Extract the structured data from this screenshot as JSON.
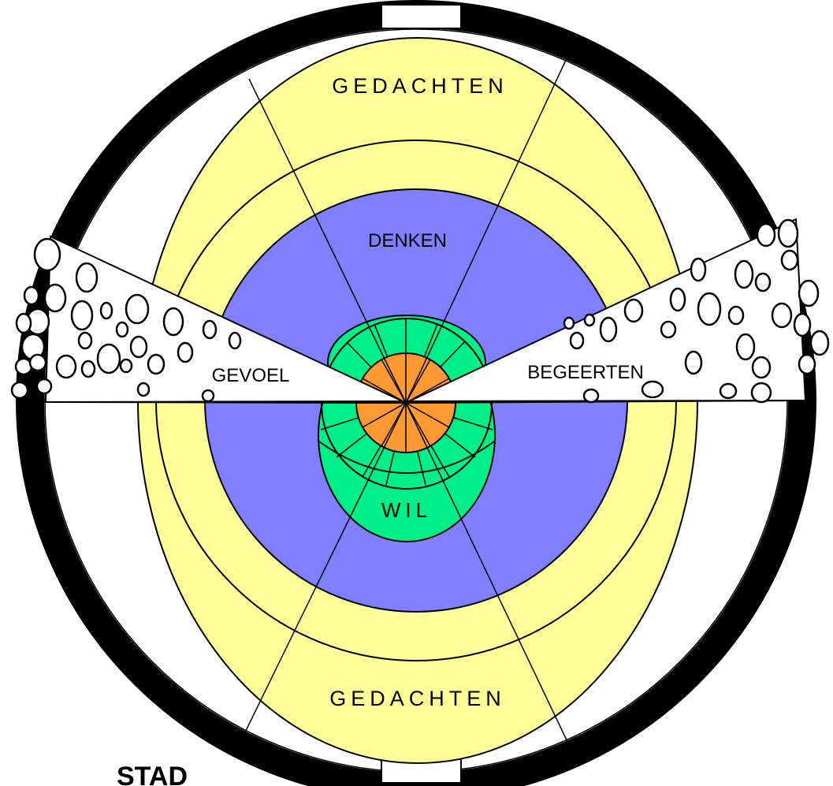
{
  "labels": {
    "top": "GEDACHTEN",
    "bottom": "GEDACHTEN",
    "denken": "DENKEN",
    "gevoel": "GEVOEL",
    "begeerten": "BEGEERTEN",
    "wil": "WIL",
    "corner": "STAD"
  },
  "colors": {
    "outer_ring": "#000000",
    "gedachten": "#ffff99",
    "denken": "#8080ff",
    "wil": "#00ee88",
    "core": "#ff9933",
    "bubble_fill": "#ffffff",
    "line": "#000000"
  }
}
